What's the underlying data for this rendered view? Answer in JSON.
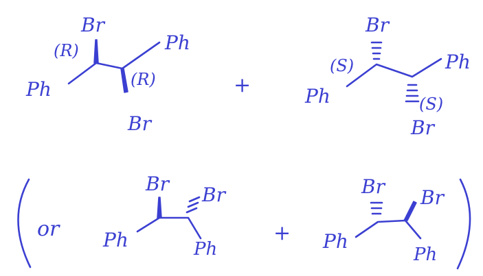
{
  "ink_color": "#3b3fd1",
  "reaction": {
    "product_rr": {
      "substituent_left": "Ph",
      "substituent_right": "Ph",
      "bromine_top": "Br",
      "bromine_bottom": "Br",
      "stereo_1": "(R)",
      "stereo_2": "(R)"
    },
    "plus_1": "+",
    "product_ss": {
      "substituent_left": "Ph",
      "substituent_right": "Ph",
      "bromine_top": "Br",
      "bromine_bottom": "Br",
      "stereo_1": "(S)",
      "stereo_2": "(S)"
    },
    "alternative": {
      "prefix": "or",
      "structure_1": {
        "substituent_left": "Ph",
        "substituent_right": "Ph",
        "bromine_1": "Br",
        "bromine_2": "Br"
      },
      "plus": "+",
      "structure_2": {
        "substituent_left": "Ph",
        "substituent_right": "Ph",
        "bromine_1": "Br",
        "bromine_2": "Br"
      }
    }
  }
}
